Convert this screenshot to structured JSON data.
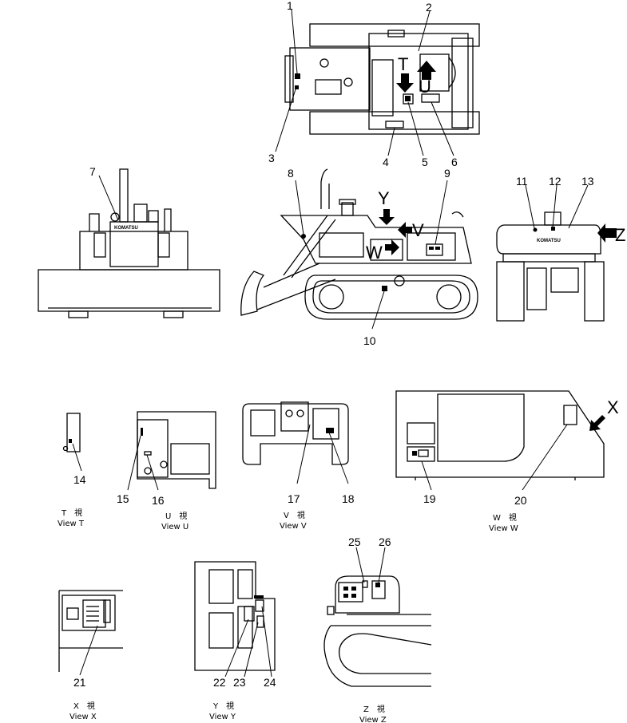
{
  "callouts": [
    "1",
    "2",
    "3",
    "4",
    "5",
    "6",
    "7",
    "8",
    "9",
    "10",
    "11",
    "12",
    "13",
    "14",
    "15",
    "16",
    "17",
    "18",
    "19",
    "20",
    "21",
    "22",
    "23",
    "24",
    "25",
    "26"
  ],
  "view_letters": {
    "t": "T",
    "u": "U",
    "v": "V",
    "w": "W",
    "x": "X",
    "y": "Y",
    "z": "Z"
  },
  "brand": "KOMATSU",
  "views": [
    {
      "jp": "T　視",
      "en": "View  T"
    },
    {
      "jp": "U　視",
      "en": "View  U"
    },
    {
      "jp": "V　視",
      "en": "View  V"
    },
    {
      "jp": "W　視",
      "en": "View  W"
    },
    {
      "jp": "X　視",
      "en": "View  X"
    },
    {
      "jp": "Y　視",
      "en": "View  Y"
    },
    {
      "jp": "Z　視",
      "en": "View  Z"
    }
  ]
}
